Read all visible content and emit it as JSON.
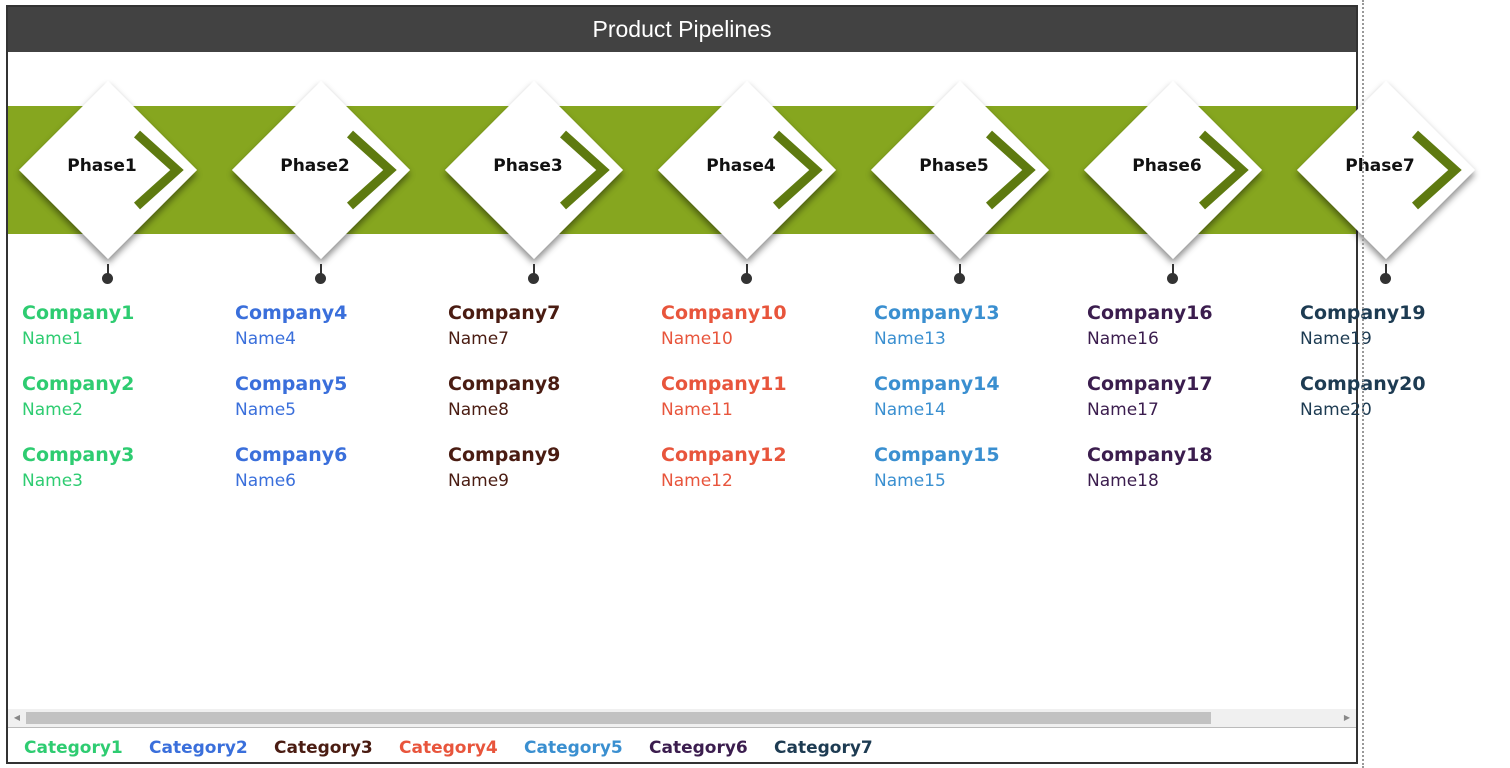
{
  "title": "Product Pipelines",
  "phases": [
    "Phase1",
    "Phase2",
    "Phase3",
    "Phase4",
    "Phase5",
    "Phase6",
    "Phase7"
  ],
  "columns": [
    {
      "color": "#2ecc71",
      "entries": [
        {
          "company": "Company1",
          "name": "Name1"
        },
        {
          "company": "Company2",
          "name": "Name2"
        },
        {
          "company": "Company3",
          "name": "Name3"
        }
      ]
    },
    {
      "color": "#3a6fdb",
      "entries": [
        {
          "company": "Company4",
          "name": "Name4"
        },
        {
          "company": "Company5",
          "name": "Name5"
        },
        {
          "company": "Company6",
          "name": "Name6"
        }
      ]
    },
    {
      "color": "#4a1c12",
      "entries": [
        {
          "company": "Company7",
          "name": "Name7"
        },
        {
          "company": "Company8",
          "name": "Name8"
        },
        {
          "company": "Company9",
          "name": "Name9"
        }
      ]
    },
    {
      "color": "#e8553c",
      "entries": [
        {
          "company": "Company10",
          "name": "Name10"
        },
        {
          "company": "Company11",
          "name": "Name11"
        },
        {
          "company": "Company12",
          "name": "Name12"
        }
      ]
    },
    {
      "color": "#3a8fd0",
      "entries": [
        {
          "company": "Company13",
          "name": "Name13"
        },
        {
          "company": "Company14",
          "name": "Name14"
        },
        {
          "company": "Company15",
          "name": "Name15"
        }
      ]
    },
    {
      "color": "#3b1d4e",
      "entries": [
        {
          "company": "Company16",
          "name": "Name16"
        },
        {
          "company": "Company17",
          "name": "Name17"
        },
        {
          "company": "Company18",
          "name": "Name18"
        }
      ]
    },
    {
      "color": "#1d3b52",
      "entries": [
        {
          "company": "Company19",
          "name": "Name19"
        },
        {
          "company": "Company20",
          "name": "Name20"
        }
      ]
    }
  ],
  "legend": [
    {
      "label": "Category1",
      "color": "#2ecc71"
    },
    {
      "label": "Category2",
      "color": "#3a6fdb"
    },
    {
      "label": "Category3",
      "color": "#4a1c12"
    },
    {
      "label": "Category4",
      "color": "#e8553c"
    },
    {
      "label": "Category5",
      "color": "#3a8fd0"
    },
    {
      "label": "Category6",
      "color": "#3b1d4e"
    },
    {
      "label": "Category7",
      "color": "#1d3b52"
    }
  ],
  "band_color": "#86a61f",
  "chevron_color": "#5e7a10",
  "scroll_position": 0.0
}
